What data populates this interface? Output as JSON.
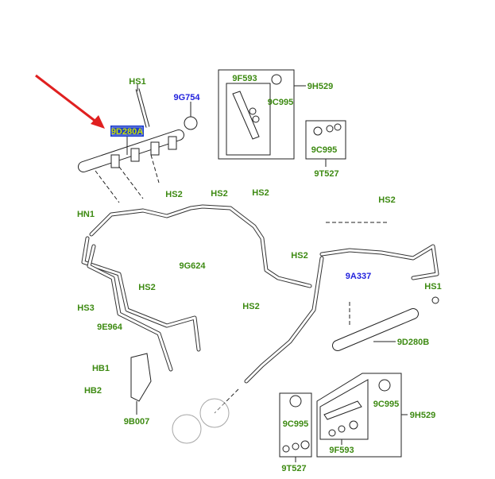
{
  "labels": [
    {
      "id": "HS1",
      "text": "HS1"
    },
    {
      "id": "9G754",
      "text": "9G754"
    },
    {
      "id": "9D280A",
      "text": "9D280A"
    },
    {
      "id": "9F593_top",
      "text": "9F593"
    },
    {
      "id": "9C995_top1",
      "text": "9C995"
    },
    {
      "id": "9H529_top",
      "text": "9H529"
    },
    {
      "id": "9C995_top2",
      "text": "9C995"
    },
    {
      "id": "9T527_top",
      "text": "9T527"
    },
    {
      "id": "HS2_a",
      "text": "HS2"
    },
    {
      "id": "HS2_b",
      "text": "HS2"
    },
    {
      "id": "HS2_c",
      "text": "HS2"
    },
    {
      "id": "HS2_d",
      "text": "HS2"
    },
    {
      "id": "HN1",
      "text": "HN1"
    },
    {
      "id": "9G624",
      "text": "9G624"
    },
    {
      "id": "HS2_e",
      "text": "HS2"
    },
    {
      "id": "9A337",
      "text": "9A337"
    },
    {
      "id": "HS1_b",
      "text": "HS1"
    },
    {
      "id": "HS3",
      "text": "HS3"
    },
    {
      "id": "HS2_f",
      "text": "HS2"
    },
    {
      "id": "HS2_g",
      "text": "HS2"
    },
    {
      "id": "9E964",
      "text": "9E964"
    },
    {
      "id": "9D280B",
      "text": "9D280B"
    },
    {
      "id": "HB1",
      "text": "HB1"
    },
    {
      "id": "HB2",
      "text": "HB2"
    },
    {
      "id": "9B007",
      "text": "9B007"
    },
    {
      "id": "9C995_bot1",
      "text": "9C995"
    },
    {
      "id": "9C995_bot2",
      "text": "9C995"
    },
    {
      "id": "9H529_bot",
      "text": "9H529"
    },
    {
      "id": "9F593_bot",
      "text": "9F593"
    },
    {
      "id": "9T527_bot",
      "text": "9T527"
    }
  ],
  "highlighted_part": "9D280A",
  "colors": {
    "label": "#3d8a12",
    "label_alt": "#2222dd",
    "highlight_box": "#1a3ccc",
    "arrow": "#e02020"
  }
}
